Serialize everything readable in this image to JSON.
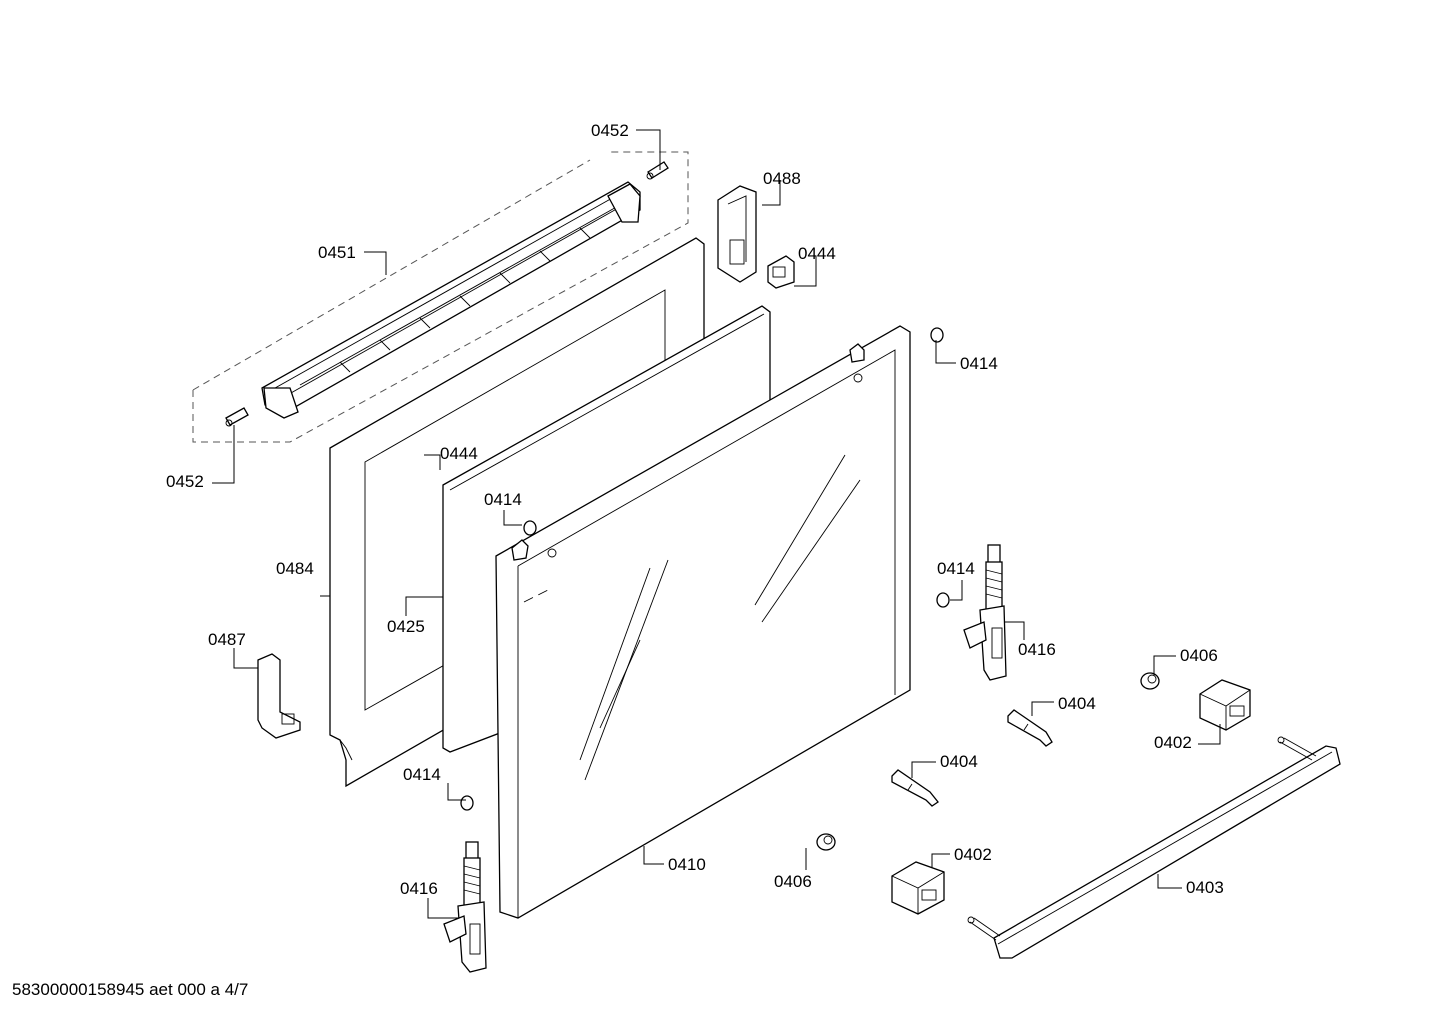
{
  "footer_text": "58300000158945 aet 000 a 4/7",
  "labels": {
    "p0452_top": "0452",
    "p0452_bottom": "0452",
    "p0451": "0451",
    "p0488": "0488",
    "p0444_top": "0444",
    "p0444_mid": "0444",
    "p0414_a": "0414",
    "p0414_b": "0414",
    "p0414_c": "0414",
    "p0414_d": "0414",
    "p0484": "0484",
    "p0425": "0425",
    "p0487": "0487",
    "p0416_right": "0416",
    "p0416_left": "0416",
    "p0406_right": "0406",
    "p0406_left": "0406",
    "p0404_a": "0404",
    "p0404_b": "0404",
    "p0402_right": "0402",
    "p0402_left": "0402",
    "p0410": "0410",
    "p0403": "0403"
  }
}
